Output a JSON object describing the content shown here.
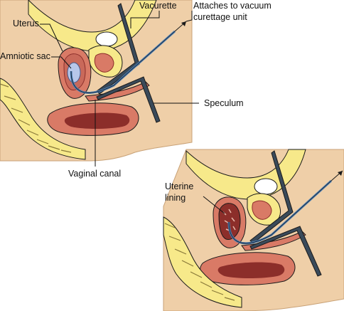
{
  "labels": {
    "vacurette": "Vacurette",
    "attaches_line1": "Attaches to vacuum",
    "attaches_line2": "curettage unit",
    "uterus": "Uterus",
    "amniotic_sac": "Amniotic sac",
    "speculum": "Speculum",
    "vaginal_canal": "Vaginal canal",
    "uterine_line1": "Uterine",
    "uterine_line2": "lining"
  },
  "colors": {
    "skin": "#efcfa8",
    "skin_edge": "#c9a277",
    "fat": "#f7e98a",
    "bone": "#ffffff",
    "muscle": "#d97a66",
    "muscle_dark": "#8c2e2a",
    "amniotic": "#b7c7ea",
    "instrument": "#3a4a5a",
    "instrument_tube": "#4a7fb8",
    "outline": "#1a1a1a"
  }
}
